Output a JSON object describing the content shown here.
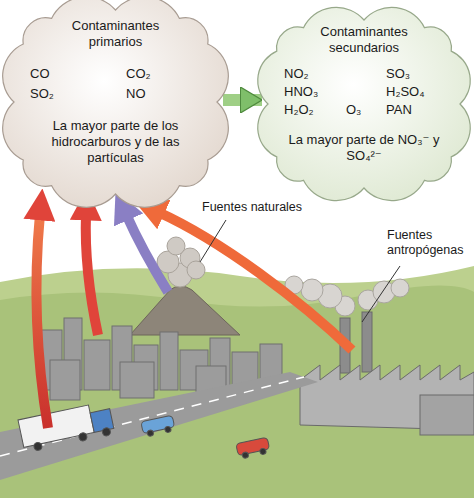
{
  "diagram": {
    "nodes": [
      {
        "text": [
          "Contaminantes primarios",
          "CO",
          "CO₂",
          "SO₂",
          "NO",
          "La mayor parte de los hidrocarburos y de las partículas"
        ]
      },
      {
        "text": [
          "Contaminantes secundarios",
          "NO₂",
          "SO₃",
          "HNO₃",
          "H₂SO₄",
          "H₂O₂",
          "O₃",
          "PAN",
          "La mayor parte de NO₃⁻ y SO₄²⁻"
        ]
      }
    ],
    "edges": [
      {
        "from": 0,
        "to": 1,
        "arrow": "to"
      }
    ],
    "labels": [
      "Fuentes naturales",
      "Fuentes antropógenas"
    ]
  }
}
